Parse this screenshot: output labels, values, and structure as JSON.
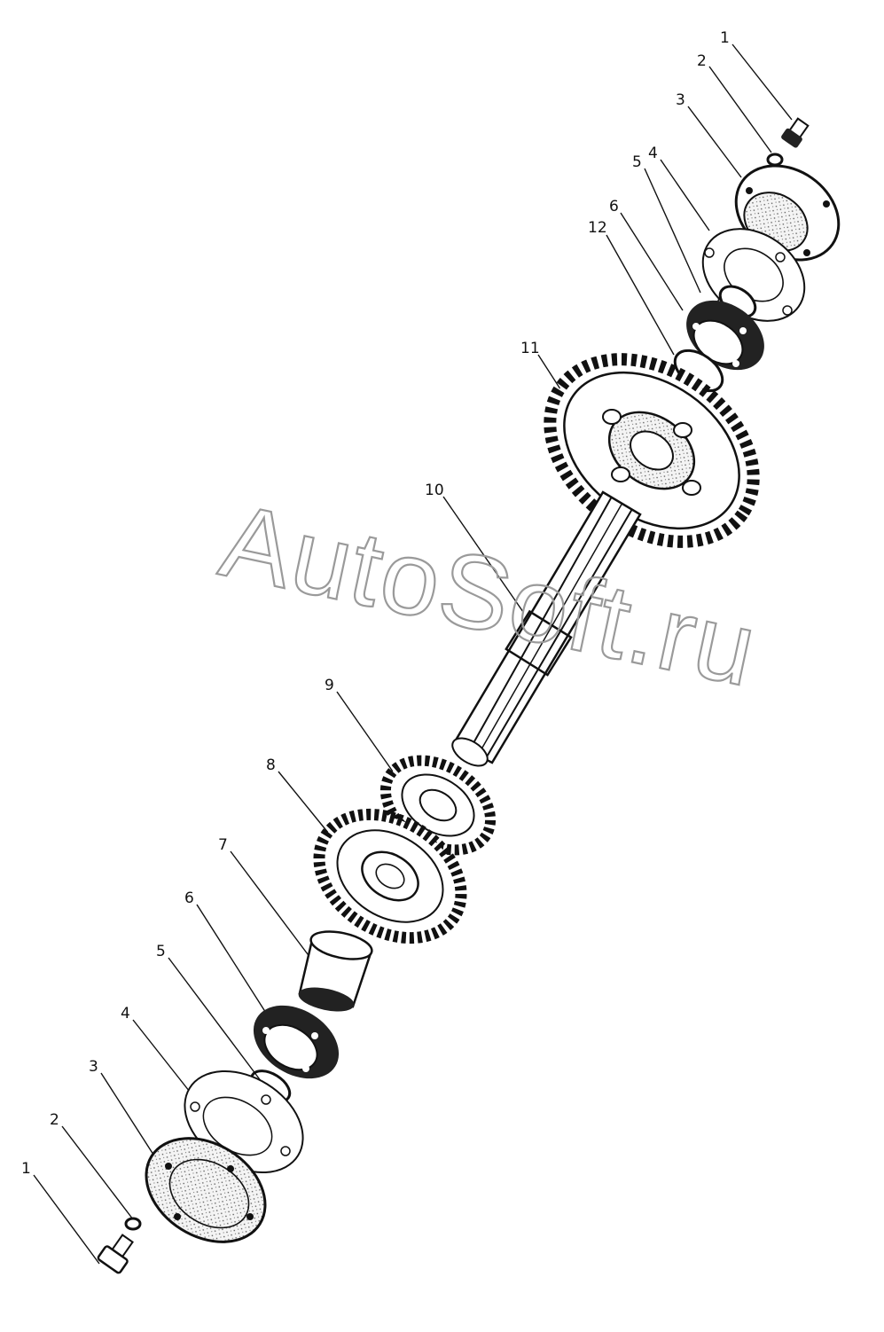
{
  "watermark": "AutoSoft.ru",
  "colors": {
    "ink": "#111111",
    "paper": "#ffffff",
    "watermark": "#9a9a9a"
  },
  "callouts": {
    "top": [
      "1",
      "2",
      "3",
      "4",
      "5",
      "6",
      "12",
      "11",
      "10"
    ],
    "bottom": [
      "9",
      "8",
      "7",
      "6",
      "5",
      "4",
      "3",
      "2",
      "1"
    ]
  }
}
